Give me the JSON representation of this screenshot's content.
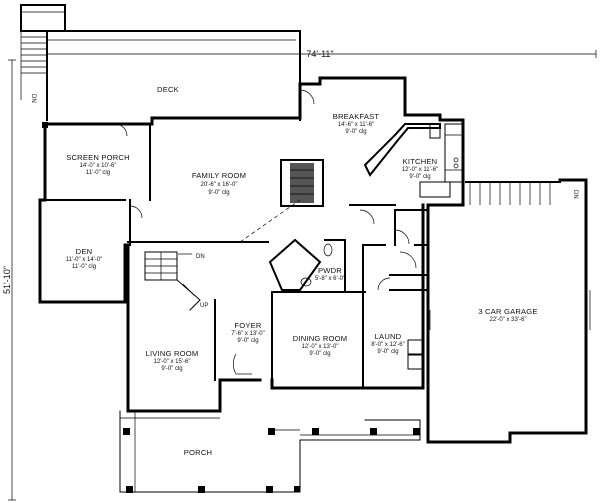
{
  "overall_width": "74'-11\"",
  "overall_depth": "51'-10\"",
  "stair_down_label": "DN",
  "stair_up_label": "UP",
  "rooms": {
    "deck": {
      "name": "DECK"
    },
    "breakfast": {
      "name": "BREAKFAST",
      "size": "14'-6\" x 11'-6\"",
      "ceiling": "9'-0\" clg"
    },
    "kitchen": {
      "name": "KITCHEN",
      "size": "12'-0\" x 11'-6\"",
      "ceiling": "9'-0\" clg"
    },
    "screen_porch": {
      "name": "SCREEN PORCH",
      "size": "14'-0\" x 10'-6\"",
      "ceiling": "11'-0\" clg"
    },
    "family_room": {
      "name": "FAMILY ROOM",
      "size": "20'-6\" x 16'-0\"",
      "ceiling": "9'-0\" clg"
    },
    "den": {
      "name": "DEN",
      "size": "11'-0\" x 14'-0\"",
      "ceiling": "11'-0\" clg"
    },
    "pwdr": {
      "name": "PWDR",
      "size": "5'-8\" x 6'-0\""
    },
    "foyer": {
      "name": "FOYER",
      "size": "7'-6\" x 13'-0\"",
      "ceiling": "9'-0\" clg"
    },
    "dining_room": {
      "name": "DINING ROOM",
      "size": "12'-0\" x 13'-0\"",
      "ceiling": "9'-0\" clg"
    },
    "laund": {
      "name": "LAUND",
      "size": "8'-0\" x 12'-6\"",
      "ceiling": "9'-0\" clg"
    },
    "living_room": {
      "name": "LIVING ROOM",
      "size": "12'-0\" x 15'-6\"",
      "ceiling": "9'-0\" clg"
    },
    "garage": {
      "name": "3 CAR GARAGE",
      "size": "22'-0\" x 33'-6\""
    },
    "porch": {
      "name": "PORCH"
    }
  }
}
